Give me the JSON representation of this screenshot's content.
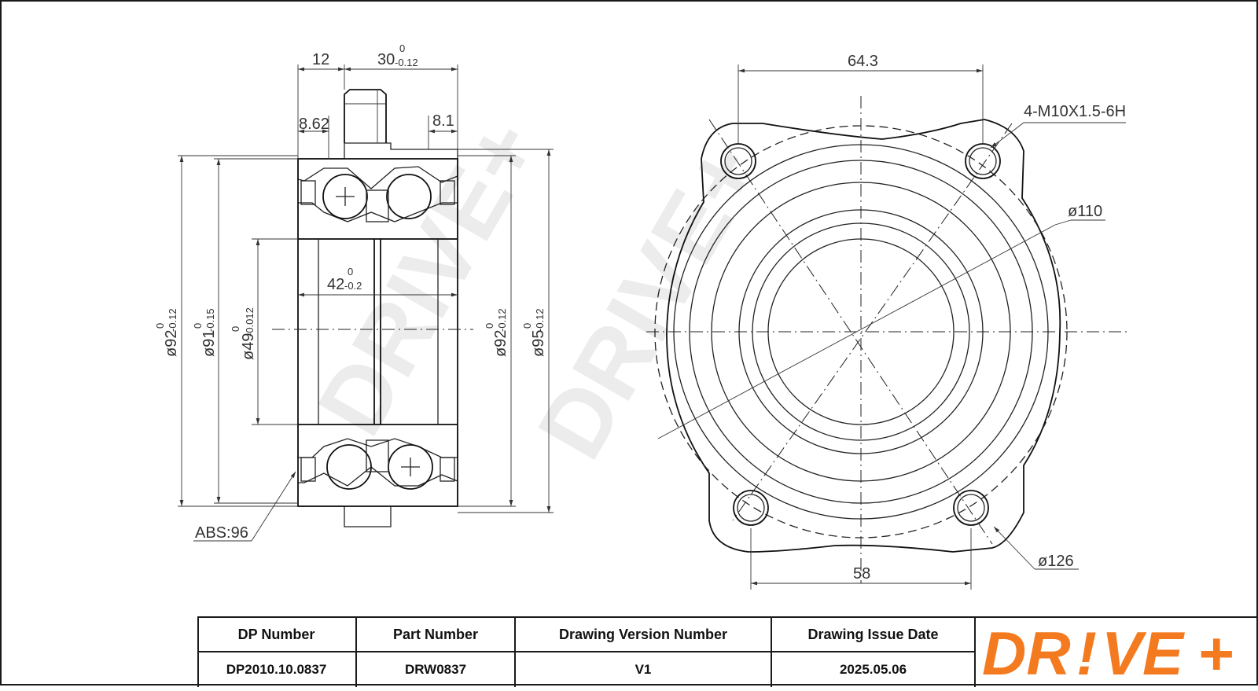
{
  "dimensions": {
    "width_12": "12",
    "width_30": "30",
    "width_30_upper": "0",
    "width_30_lower": "-0.12",
    "offset_862": "8.62",
    "offset_81": "8.1",
    "bore_42": "42",
    "bore_42_upper": "0",
    "bore_42_lower": "-0.2",
    "dia_92_left": "ø92",
    "dia_92_left_upper": "0",
    "dia_92_left_lower": "-0.12",
    "dia_91": "ø91",
    "dia_91_upper": "0",
    "dia_91_lower": "-0.15",
    "dia_49": "ø49",
    "dia_49_upper": "0",
    "dia_49_lower": "-0.012",
    "dia_92_right": "ø92",
    "dia_92_right_upper": "0",
    "dia_92_right_lower": "-0.12",
    "dia_95": "ø95",
    "dia_95_upper": "0",
    "dia_95_lower": "-0.12",
    "abs": "ABS:96",
    "span_643": "64.3",
    "thread": "4-M10X1.5-6H",
    "dia_110": "ø110",
    "span_58": "58",
    "dia_126": "ø126"
  },
  "watermark": "DRIVE+",
  "title_block": {
    "headers": [
      "DP Number",
      "Part Number",
      "Drawing Version Number",
      "Drawing Issue Date"
    ],
    "values": [
      "DP2010.10.0837",
      "DRW0837",
      "V1",
      "2025.05.06"
    ]
  },
  "logo": {
    "text_left": "DR",
    "text_mid": "!",
    "text_right": "VE",
    "text_plus": "+",
    "color": "#f47a20"
  }
}
